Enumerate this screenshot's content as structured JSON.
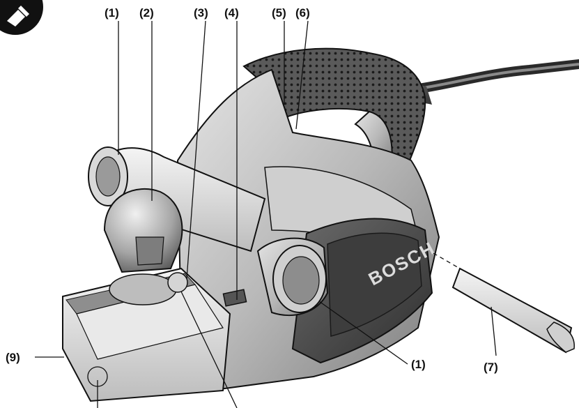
{
  "callouts": {
    "c1_top": "(1)",
    "c2": "(2)",
    "c3": "(3)",
    "c4": "(4)",
    "c5": "(5)",
    "c6": "(6)",
    "c7": "(7)",
    "c9": "(9)",
    "c1_bottom": "(1)"
  },
  "brand": {
    "name": "BOSCH"
  },
  "icons": {
    "corner": "manual-tool-icon"
  }
}
